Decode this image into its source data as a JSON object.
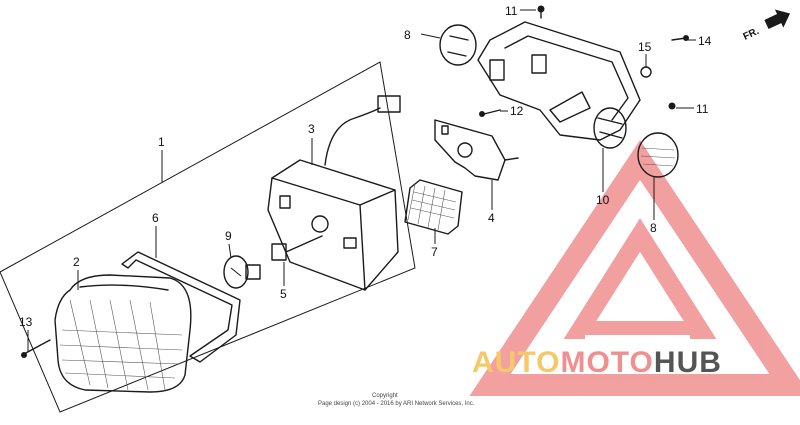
{
  "callouts": {
    "c1": "1",
    "c2": "2",
    "c3": "3",
    "c4": "4",
    "c5": "5",
    "c6": "6",
    "c7": "7",
    "c8a": "8",
    "c8b": "8",
    "c9": "9",
    "c10": "10",
    "c11a": "11",
    "c11b": "11",
    "c12": "12",
    "c13": "13",
    "c14": "14",
    "c15": "15"
  },
  "direction": "FR.",
  "watermark": {
    "part1": "AUTO",
    "part2": "MOTO",
    "part3": "HUB",
    "colors": {
      "auto": "#f5c96a",
      "moto": "#f08f8f",
      "hub": "#555555",
      "triangle": "#f08f8f"
    }
  },
  "copyright": {
    "line1": "Copyright",
    "line2": "Page design (c) 2004 - 2016 by ARI Network Services, Inc."
  }
}
